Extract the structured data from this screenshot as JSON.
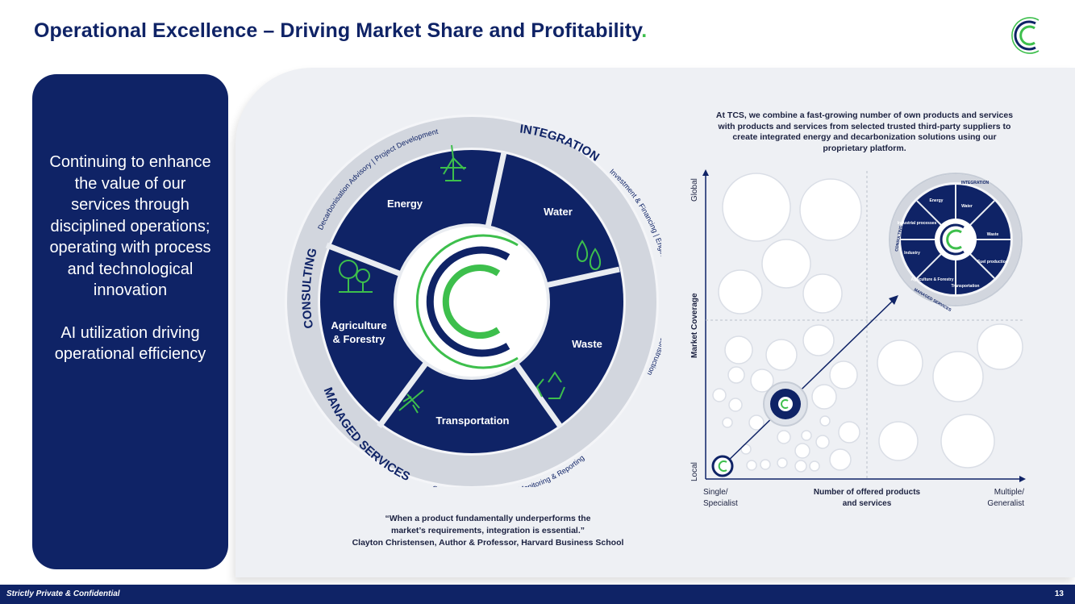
{
  "header": {
    "title": "Operational Excellence – Driving Market Share and Profitability",
    "title_dot": "."
  },
  "left_panel": {
    "paragraph_1": "Continuing to enhance the value of our services through disciplined operations; operating with process and technological innovation",
    "paragraph_2": "AI utilization driving operational efficiency"
  },
  "wheel": {
    "ring_labels": {
      "consulting": "CONSULTING",
      "consulting_sub": "Decarbonisation Advisory | Project Development",
      "integration": "INTEGRATION",
      "integration_sub": "Investment & Financing | Engineering, procurement and construction",
      "managed": "MANAGED SERVICES",
      "managed_sub": "Operation & Maintenance | Monitoring & Reporting"
    },
    "segments": [
      {
        "label": "Energy",
        "icon": "wind-turbine-icon"
      },
      {
        "label": "Water",
        "icon": "water-drops-icon"
      },
      {
        "label": "Waste",
        "icon": "recycle-icon"
      },
      {
        "label": "Transportation",
        "icon": "airplane-icon"
      },
      {
        "label_line1": "Agriculture",
        "label_line2": "& Forestry",
        "icon": "trees-icon"
      }
    ]
  },
  "quote": {
    "line1": "“When a product fundamentally underperforms the",
    "line2": "market’s requirements, integration is essential.”",
    "attribution": "Clayton Christensen, Author & Professor, Harvard Business School"
  },
  "matrix": {
    "intro": "At TCS, we combine a fast-growing number of own products and services with products and services from selected trusted third-party suppliers to create integrated energy and decarbonization solutions using our proprietary platform.",
    "y_axis": "Market Coverage",
    "y_top": "Global",
    "y_bottom": "Local",
    "x_axis_line1": "Number of offered products",
    "x_axis_line2": "and services",
    "x_left_line1": "Single/",
    "x_left_line2": "Specialist",
    "x_right_line1": "Multiple/",
    "x_right_line2": "Generalist",
    "mini_wheel": {
      "integration": "INTEGRATION",
      "consulting": "CONSULTING",
      "managed": "MANAGED SERVICES",
      "segments": [
        "Energy",
        "Water",
        "Waste",
        "Fuel production",
        "Transportation",
        "Agriculture & Forestry",
        "Industry",
        "Industrial processes"
      ]
    }
  },
  "footer": {
    "confidential": "Strictly Private & Confidential",
    "page_number": "13"
  },
  "colors": {
    "navy": "#0f2366",
    "green": "#3dbf4c",
    "panel": "#eef0f4"
  }
}
